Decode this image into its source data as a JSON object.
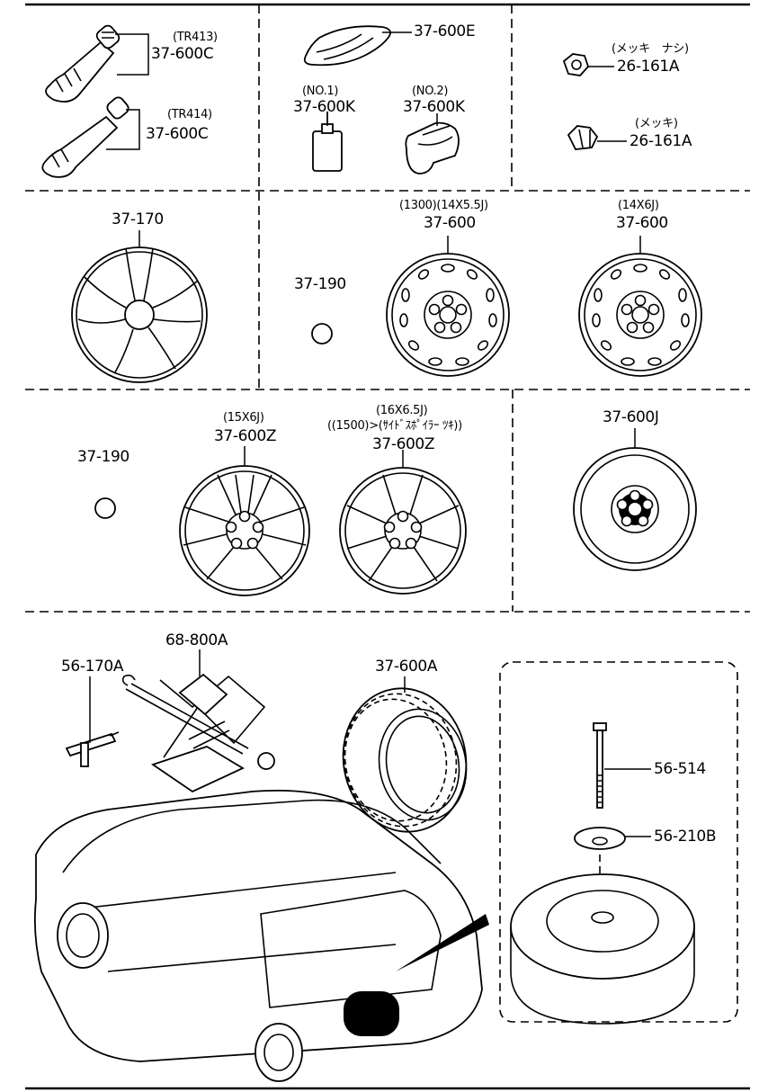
{
  "panels": {
    "valves": {
      "tr413": {
        "note": "(TR413)",
        "part": "37-600C"
      },
      "tr414": {
        "note": "(TR414)",
        "part": "37-600C"
      }
    },
    "repair_kit": {
      "sealant_bottle": {
        "part": "37-600E"
      },
      "no1": {
        "note": "(NO.1)",
        "part": "37-600K"
      },
      "no2": {
        "note": "(NO.2)",
        "part": "37-600K"
      }
    },
    "nuts": {
      "plain": {
        "note": "(メッキ　ナシ)",
        "part": "26-161A"
      },
      "plated": {
        "note": "(メッキ)",
        "part": "26-161A"
      }
    },
    "wheel_cover": {
      "part": "37-170"
    },
    "steel_wheels": {
      "ornament": {
        "part": "37-190"
      },
      "wheel_14x55": {
        "note": "(1300)(14X5.5J)",
        "part": "37-600"
      },
      "wheel_14x6": {
        "note": "(14X6J)",
        "part": "37-600"
      }
    },
    "alloy_wheels": {
      "ornament": {
        "part": "37-190"
      },
      "wheel_15x6": {
        "note": "(15X6J)",
        "part": "37-600Z"
      },
      "wheel_16x65": {
        "note_1": "(16X6.5J)",
        "note_2": "((1500)>(ｻｲﾄﾞｽﾎﾟｲﾗｰ ﾂｷ))",
        "part": "37-600Z"
      }
    },
    "spare_wheel": {
      "part": "37-600J"
    },
    "bottom": {
      "jack": {
        "part": "68-800A"
      },
      "jack_handle": {
        "part": "56-170A"
      },
      "spare_tire": {
        "part": "37-600A"
      },
      "bolt": {
        "part": "56-514"
      },
      "washer": {
        "part": "56-210B"
      }
    }
  }
}
